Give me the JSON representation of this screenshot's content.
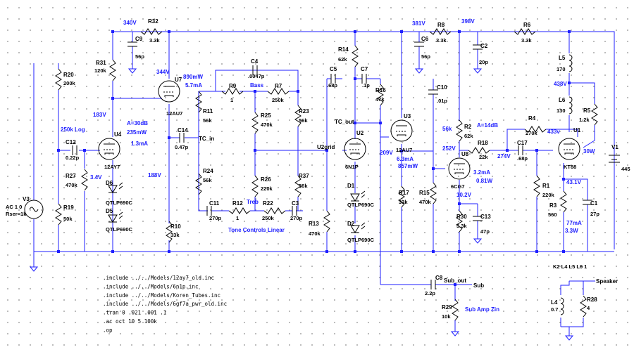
{
  "directives": [
    ".include ../../Models/12ay7_old.inc",
    ".include ../../Models/6n1p.inc",
    ".include ../../Models/Koren_Tubes.inc",
    ".include ../../Models/6gf7a_pwr_old.inc",
    ".tran 0 .021 .001 .1",
    ".ac oct 10 5 100k",
    ".op"
  ],
  "components": [
    {
      "ref": "R32",
      "value": "3.3k"
    },
    {
      "ref": "C9",
      "value": "56p"
    },
    {
      "ref": "R31",
      "value": "120k"
    },
    {
      "ref": "R20",
      "value": "200k"
    },
    {
      "ref": "C12",
      "value": "0.22p"
    },
    {
      "ref": "U4",
      "value": "12AY7"
    },
    {
      "ref": "R27",
      "value": "470k"
    },
    {
      "ref": "D6",
      "value": "QTLP690C"
    },
    {
      "ref": "D5",
      "value": "QTLP690C"
    },
    {
      "ref": "R19",
      "value": "50k"
    },
    {
      "ref": "V3",
      "value": "AC 1 0"
    },
    {
      "ref": "U7",
      "value": "12AU7"
    },
    {
      "ref": "C14",
      "value": "0.47p"
    },
    {
      "ref": "R10",
      "value": "33k"
    },
    {
      "ref": "C4",
      "value": ".0047p"
    },
    {
      "ref": "R9",
      "value": "1"
    },
    {
      "ref": "R7",
      "value": "250k"
    },
    {
      "ref": "R11",
      "value": "56k"
    },
    {
      "ref": "R25",
      "value": "470k"
    },
    {
      "ref": "R23",
      "value": "56k"
    },
    {
      "ref": "R24",
      "value": "56k"
    },
    {
      "ref": "R26",
      "value": "220k"
    },
    {
      "ref": "R37",
      "value": "56k"
    },
    {
      "ref": "C11",
      "value": "270p"
    },
    {
      "ref": "R12",
      "value": "1"
    },
    {
      "ref": "R22",
      "value": "250k"
    },
    {
      "ref": "C3",
      "value": "270p"
    },
    {
      "ref": "R13",
      "value": "470k"
    },
    {
      "ref": "C5",
      "value": ".68p"
    },
    {
      "ref": "R14",
      "value": "62k"
    },
    {
      "ref": "C7",
      "value": ".1p"
    },
    {
      "ref": "R16",
      "value": "47k"
    },
    {
      "ref": "U2",
      "value": "6N1P"
    },
    {
      "ref": "D1",
      "value": "QTLP690C"
    },
    {
      "ref": "D2",
      "value": "QTLP690C"
    },
    {
      "ref": "U3",
      "value": "12AU7"
    },
    {
      "ref": "R17",
      "value": "33k"
    },
    {
      "ref": "C10",
      "value": ".01p"
    },
    {
      "ref": "R15",
      "value": "470k"
    },
    {
      "ref": "R8",
      "value": "3.3k"
    },
    {
      "ref": "C6",
      "value": "56p"
    },
    {
      "ref": "R2",
      "value": "62k"
    },
    {
      "ref": "U8",
      "value": "6CG7"
    },
    {
      "ref": "R18",
      "value": "22k"
    },
    {
      "ref": "R30",
      "value": "3.3k"
    },
    {
      "ref": "C13",
      "value": "47p"
    },
    {
      "ref": "C2",
      "value": "20p"
    },
    {
      "ref": "R6",
      "value": "3.3k"
    },
    {
      "ref": "R4",
      "value": "270k"
    },
    {
      "ref": "C17",
      "value": ".68p"
    },
    {
      "ref": "R1",
      "value": "220k"
    },
    {
      "ref": "R3",
      "value": "560"
    },
    {
      "ref": "C1",
      "value": "27p"
    },
    {
      "ref": "U1",
      "value": "KT88"
    },
    {
      "ref": "L5",
      "value": "170"
    },
    {
      "ref": "L6",
      "value": "130"
    },
    {
      "ref": "R5",
      "value": "1.2k"
    },
    {
      "ref": "V1",
      "value": "445"
    },
    {
      "ref": "C8",
      "value": "2.2p"
    },
    {
      "ref": "R29",
      "value": "10k"
    },
    {
      "ref": "L4",
      "value": "0.7"
    },
    {
      "ref": "R28",
      "value": "4"
    }
  ],
  "extra_text": {
    "v3_rser": "Rser=1k",
    "k_stmt": "K2 L4 L5 L6 1"
  },
  "nets": {
    "tc_in": "TC_in",
    "tc_out": "TC_out",
    "u2grid": "U2grid",
    "sub_out": "Sub_out",
    "sub": "Sub",
    "speaker": "Speaker"
  },
  "annotations": [
    "340V",
    "344V",
    "890mW",
    "5.7mA",
    "183V",
    "A=30dB",
    "235mW",
    "1.3mA",
    "250k Log",
    "3.4V",
    "188V",
    "Bass",
    "Treb",
    "Tone Controls Linear",
    "381V",
    "398V",
    "209V",
    "6.3mA",
    "857mW",
    "56k",
    "A=14dB",
    "252V",
    "3.2mA",
    "0.81W",
    "10.2V",
    "274V",
    "433v",
    "438V",
    "30W",
    "43.1V",
    "77mA",
    "3.3W",
    "Sub Amp Zin"
  ],
  "colors": {
    "wire": "#1f1fff",
    "component": "#000000",
    "annotation": "#1f1fff"
  }
}
